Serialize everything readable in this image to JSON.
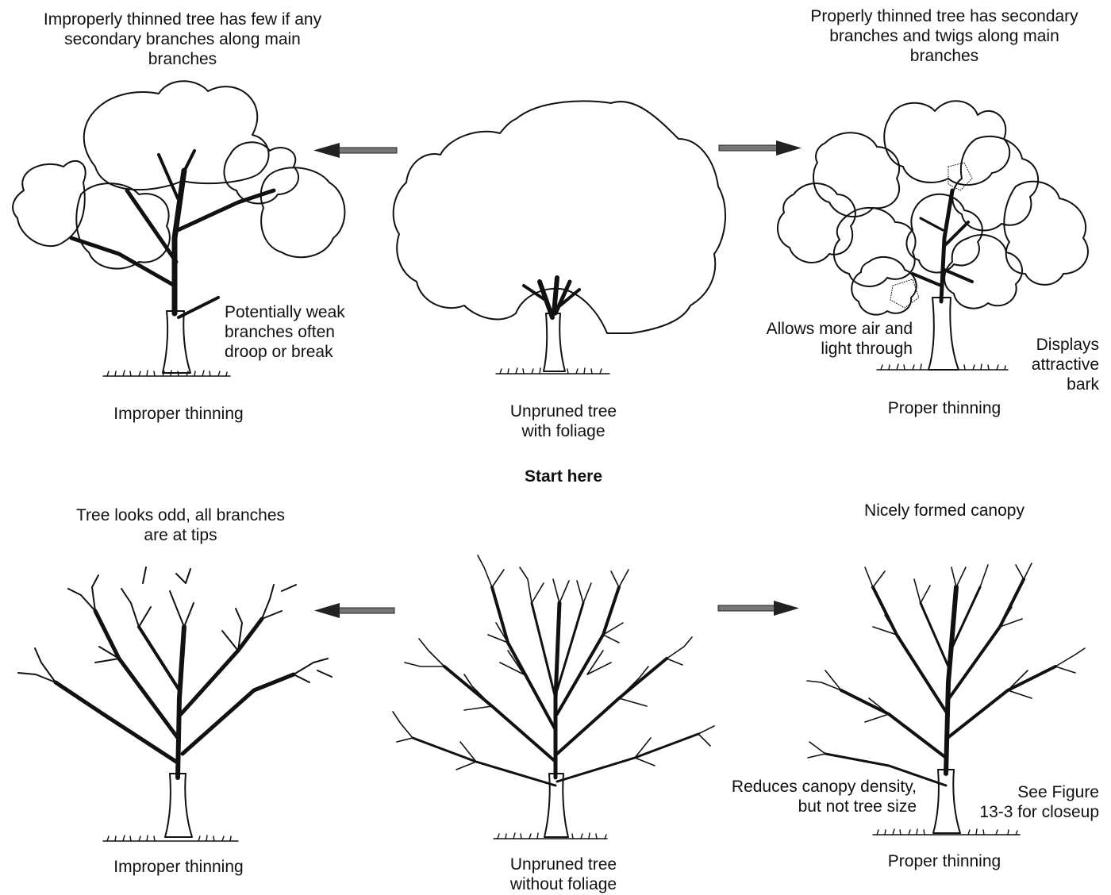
{
  "top_row": {
    "left": {
      "caption_top": "Improperly thinned tree has few if any\nsecondary branches along main\nbranches",
      "note": "Potentially weak\nbranches often\ndroop or break",
      "caption": "Improper thinning"
    },
    "center": {
      "caption": "Unpruned tree\nwith foliage",
      "start": "Start here"
    },
    "right": {
      "caption_top": "Properly thinned tree has secondary\nbranches and twigs along main\nbranches",
      "note_left": "Allows more air and\nlight through",
      "note_right": "Displays\nattractive\nbark",
      "caption": "Proper thinning"
    }
  },
  "bottom_row": {
    "left": {
      "caption_top": "Tree looks odd, all branches\nare at tips",
      "caption": "Improper thinning"
    },
    "center": {
      "caption": "Unpruned tree\nwithout foliage"
    },
    "right": {
      "caption_top": "Nicely formed canopy",
      "note_left": "Reduces canopy density,\nbut not tree size",
      "note_right": "See Figure\n13-3 for closeup",
      "caption": "Proper thinning"
    }
  }
}
